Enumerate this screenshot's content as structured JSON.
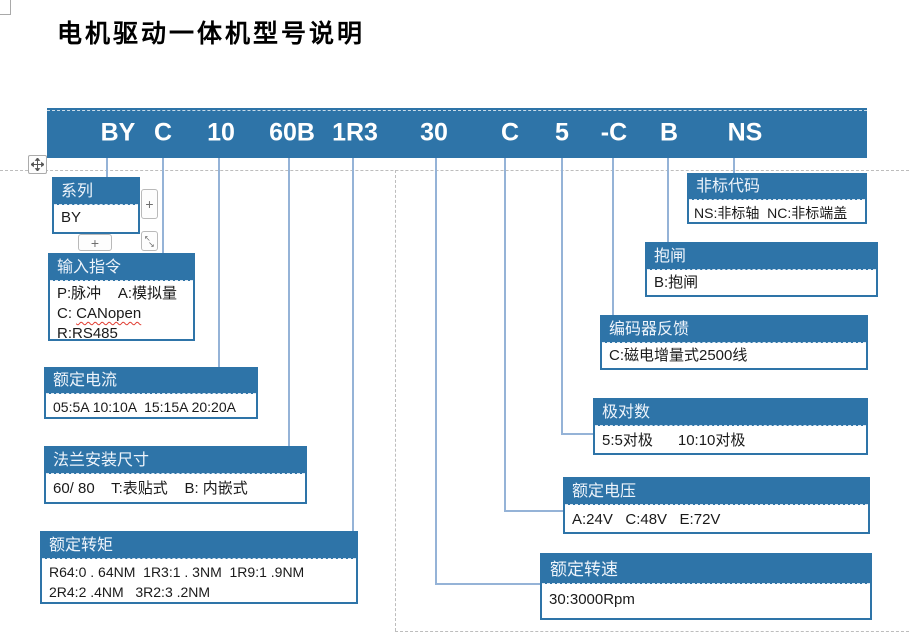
{
  "page": {
    "title": "电机驱动一体机型号说明"
  },
  "model_code": {
    "segments": [
      "BY",
      "C",
      "10",
      "60B",
      "1R3",
      "30",
      "C",
      "5",
      "-C",
      "B",
      "NS"
    ]
  },
  "boxes": {
    "series": {
      "title": "系列",
      "line1": "BY"
    },
    "input_cmd": {
      "title": "输入指令",
      "line1": "P:脉冲    A:模拟量",
      "line2_prefix": "C: ",
      "line2_word": "CANopen",
      "line3": "R:RS485"
    },
    "rated_current": {
      "title": "额定电流",
      "line1": "05:5A 10:10A  15:15A 20:20A"
    },
    "flange": {
      "title": "法兰安装尺寸",
      "line1": "60/ 80    T:表贴式    B: 内嵌式"
    },
    "rated_torque": {
      "title": "额定转矩",
      "line1": "R64:0 . 64NM  1R3:1 . 3NM  1R9:1 .9NM",
      "line2": "2R4:2 .4NM   3R2:3 .2NM"
    },
    "rated_speed": {
      "title": "额定转速",
      "line1": "30:3000Rpm"
    },
    "rated_voltage": {
      "title": "额定电压",
      "line1": "A:24V   C:48V   E:72V"
    },
    "pole_pairs": {
      "title": "极对数",
      "line1": "5:5对极      10:10对极"
    },
    "encoder": {
      "title": "编码器反馈",
      "line1": "C:磁电增量式2500线"
    },
    "brake": {
      "title": "抱闸",
      "line1": "B:抱闸"
    },
    "nonstandard": {
      "title": "非标代码",
      "line1": "NS:非标轴  NC:非标端盖"
    }
  },
  "controls": {
    "insert_plus_right": "+",
    "insert_plus_bottom": "+",
    "resize_nw": "↖",
    "resize_se": "↘"
  },
  "colors": {
    "bar_blue": "#2e74a8",
    "connector_blue": "#95b3d7"
  }
}
